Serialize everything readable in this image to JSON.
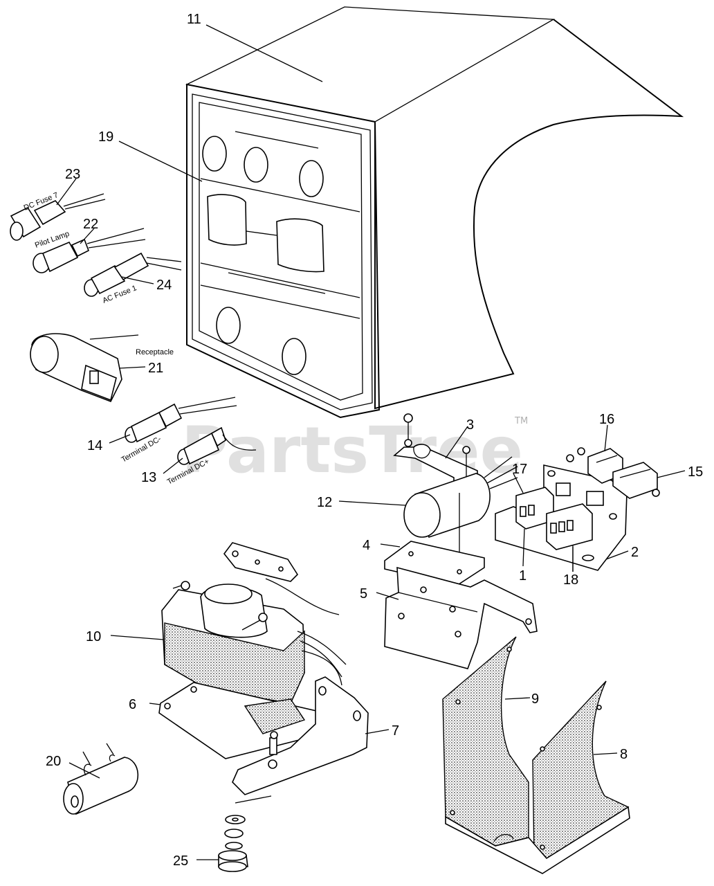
{
  "watermark": {
    "text": "PartsTree",
    "tm": "TM"
  },
  "callouts": [
    {
      "num": "11"
    },
    {
      "num": "19"
    },
    {
      "num": "23"
    },
    {
      "num": "22"
    },
    {
      "num": "24"
    },
    {
      "num": "21"
    },
    {
      "num": "14"
    },
    {
      "num": "13"
    },
    {
      "num": "3"
    },
    {
      "num": "16"
    },
    {
      "num": "15"
    },
    {
      "num": "17"
    },
    {
      "num": "12"
    },
    {
      "num": "2"
    },
    {
      "num": "1"
    },
    {
      "num": "18"
    },
    {
      "num": "4"
    },
    {
      "num": "5"
    },
    {
      "num": "10"
    },
    {
      "num": "9"
    },
    {
      "num": "6"
    },
    {
      "num": "7"
    },
    {
      "num": "8"
    },
    {
      "num": "20"
    },
    {
      "num": "25"
    }
  ],
  "part_labels": {
    "dc_fuse": "DC Fuse 7",
    "pilot_lamp": "Pilot Lamp",
    "ac_fuse": "AC Fuse 1",
    "receptacle": "Receptacle",
    "terminal_dc_14": "Terminal DC-",
    "terminal_dc_13": "Terminal DC+"
  }
}
